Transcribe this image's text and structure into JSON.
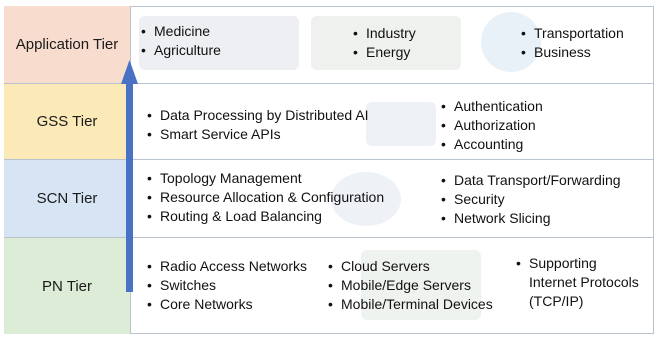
{
  "tiers": [
    {
      "label": "Application Tier",
      "columns": [
        [
          "Medicine",
          "Agriculture"
        ],
        [
          "Industry",
          "Energy"
        ],
        [
          "Transportation",
          "Business"
        ]
      ]
    },
    {
      "label": "GSS Tier",
      "columns": [
        [
          "Data Processing by Distributed AI",
          "Smart Service APIs"
        ],
        [
          "Authentication",
          "Authorization",
          "Accounting"
        ]
      ]
    },
    {
      "label": "SCN Tier",
      "columns": [
        [
          "Topology Management",
          "Resource Allocation & Configuration",
          "Routing & Load Balancing"
        ],
        [
          "Data Transport/Forwarding",
          "Security",
          "Network Slicing"
        ]
      ]
    },
    {
      "label": "PN Tier",
      "columns": [
        [
          "Radio Access Networks",
          "Switches",
          "Core Networks"
        ],
        [
          "Cloud Servers",
          "Mobile/Edge Servers",
          "Mobile/Terminal Devices"
        ],
        [
          "Supporting Internet Protocols (TCP/IP)"
        ]
      ]
    }
  ],
  "colors": {
    "application": "#f8dccd",
    "gss": "#fbeab8",
    "scn": "#d7e4f3",
    "pn": "#dcecd6",
    "arrow": "#4a72c4",
    "border": "#b9c3cf"
  }
}
